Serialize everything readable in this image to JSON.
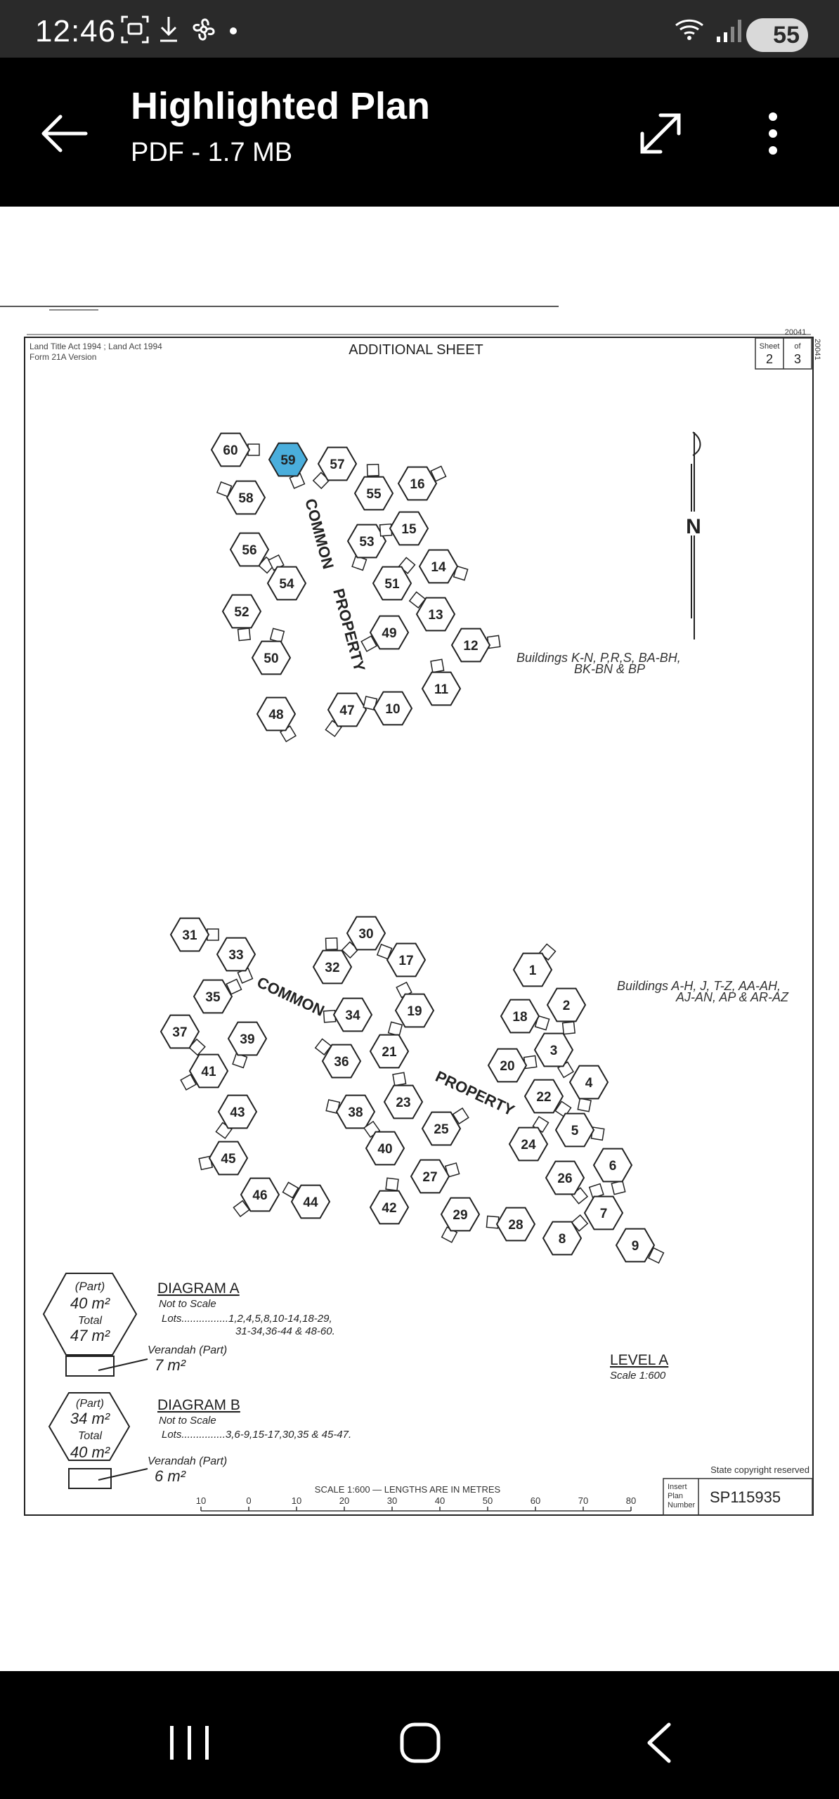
{
  "status": {
    "time": "12:46",
    "battery": "55"
  },
  "toolbar": {
    "title": "Highlighted Plan",
    "subtitle": "PDF - 1.7 MB"
  },
  "icons": {
    "back": "arrow-left-icon",
    "expand": "expand-icon",
    "more": "more-vertical-icon"
  },
  "plan": {
    "act_line1": "Land Title Act 1994 ; Land Act 1994",
    "act_line2": "Form 21A Version",
    "header": "ADDITIONAL SHEET",
    "corner_number": "20041",
    "sheet_label": "Sheet",
    "sheet_number": "2",
    "of_label": "of",
    "of_number": "3",
    "side_number": "20041",
    "north_label": "N",
    "common_label": "COMMON",
    "property_label": "PROPERTY",
    "buildings_top_line1": "Buildings K-N, P,R,S, BA-BH,",
    "buildings_top_line2": "BK-BN & BP",
    "buildings_bottom_line1": "Buildings A-H, J, T-Z, AA-AH,",
    "buildings_bottom_line2": "AJ-AN, AP & AR-AZ",
    "highlight_color": "#4aaedc",
    "lots_top": [
      "60",
      "59",
      "57",
      "58",
      "55",
      "16",
      "56",
      "53",
      "15",
      "54",
      "51",
      "14",
      "52",
      "49",
      "13",
      "50",
      "12",
      "48",
      "47",
      "10",
      "11"
    ],
    "highlighted_lot": "59",
    "lots_bottom": [
      "31",
      "33",
      "30",
      "17",
      "32",
      "35",
      "37",
      "39",
      "34",
      "19",
      "1",
      "18",
      "2",
      "41",
      "36",
      "21",
      "20",
      "3",
      "43",
      "38",
      "23",
      "25",
      "22",
      "4",
      "45",
      "40",
      "24",
      "5",
      "6",
      "46",
      "44",
      "42",
      "27",
      "26",
      "29",
      "28",
      "7",
      "8",
      "9"
    ],
    "diagram_a": {
      "part_label": "(Part)",
      "area": "40 m²",
      "total_label": "Total",
      "total_area": "47 m²",
      "verandah_label": "Verandah (Part)",
      "verandah_area": "7 m²",
      "title": "DIAGRAM A",
      "scale_note": "Not to Scale",
      "lots_line1": "Lots................1,2,4,5,8,10-14,18-29,",
      "lots_line2": "31-34,36-44 & 48-60."
    },
    "diagram_b": {
      "part_label": "(Part)",
      "area": "34 m²",
      "total_label": "Total",
      "total_area": "40 m²",
      "verandah_label": "Verandah (Part)",
      "verandah_area": "6 m²",
      "title": "DIAGRAM B",
      "scale_note": "Not to Scale",
      "lots_line1": "Lots...............3,6-9,15-17,30,35 & 45-47."
    },
    "level_label": "LEVEL A",
    "level_scale": "Scale 1:600",
    "copyright": "State copyright reserved",
    "scale_bar_label": "SCALE 1:600 — LENGTHS ARE IN METRES",
    "scale_ticks": [
      "10",
      "0",
      "10",
      "20",
      "30",
      "40",
      "50",
      "60",
      "70",
      "80"
    ],
    "insert_label_1": "Insert",
    "insert_label_2": "Plan",
    "insert_label_3": "Number",
    "plan_number": "SP115935"
  }
}
